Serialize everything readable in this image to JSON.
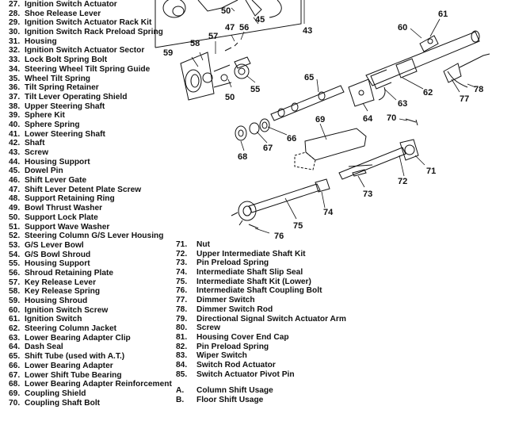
{
  "legend_left": [
    {
      "num": "27.",
      "text": "Ignition Switch Actuator"
    },
    {
      "num": "28.",
      "text": "Shoe Release Lever"
    },
    {
      "num": "29.",
      "text": "Ignition Switch Actuator Rack Kit"
    },
    {
      "num": "30.",
      "text": "Ignition Switch Rack Preload Spring"
    },
    {
      "num": "31.",
      "text": "Housing"
    },
    {
      "num": "32.",
      "text": "Ignition Switch Actuator Sector"
    },
    {
      "num": "33.",
      "text": "Lock Bolt Spring Bolt"
    },
    {
      "num": "34.",
      "text": "Steering Wheel Tilt Spring Guide"
    },
    {
      "num": "35.",
      "text": "Wheel Tilt Spring"
    },
    {
      "num": "36.",
      "text": "Tilt Spring Retainer"
    },
    {
      "num": "37.",
      "text": "Tilt Lever Operating Shield"
    },
    {
      "num": "38.",
      "text": "Upper Steering Shaft"
    },
    {
      "num": "39.",
      "text": "Sphere Kit"
    },
    {
      "num": "40.",
      "text": "Sphere Spring"
    },
    {
      "num": "41.",
      "text": "Lower Steering Shaft"
    },
    {
      "num": "42.",
      "text": "Shaft"
    },
    {
      "num": "43.",
      "text": "Screw"
    },
    {
      "num": "44.",
      "text": "Housing Support"
    },
    {
      "num": "45.",
      "text": "Dowel Pin"
    },
    {
      "num": "46.",
      "text": "Shift Lever Gate"
    },
    {
      "num": "47.",
      "text": "Shift Lever Detent Plate Screw"
    },
    {
      "num": "48.",
      "text": "Support Retaining Ring"
    },
    {
      "num": "49.",
      "text": "Bowl Thrust Washer"
    },
    {
      "num": "50.",
      "text": "Support Lock Plate"
    },
    {
      "num": "51.",
      "text": "Support Wave Washer"
    },
    {
      "num": "52.",
      "text": "Steering Column G/S Lever Housing"
    },
    {
      "num": "53.",
      "text": "G/S Lever Bowl"
    },
    {
      "num": "54.",
      "text": "G/S Bowl Shroud"
    },
    {
      "num": "55.",
      "text": "Housing Support"
    },
    {
      "num": "56.",
      "text": "Shroud Retaining Plate"
    },
    {
      "num": "57.",
      "text": "Key Release Lever"
    },
    {
      "num": "58.",
      "text": "Key Release Spring"
    },
    {
      "num": "59.",
      "text": "Housing Shroud"
    },
    {
      "num": "60.",
      "text": "Ignition Switch Screw"
    },
    {
      "num": "61.",
      "text": "Ignition Switch"
    },
    {
      "num": "62.",
      "text": "Steering Column Jacket"
    },
    {
      "num": "63.",
      "text": "Lower Bearing Adapter Clip"
    },
    {
      "num": "64.",
      "text": "Dash Seal"
    },
    {
      "num": "65.",
      "text": "Shift Tube (used with A.T.)"
    },
    {
      "num": "66.",
      "text": "Lower Bearing Adapter"
    },
    {
      "num": "67.",
      "text": "Lower Shift Tube Bearing"
    },
    {
      "num": "68.",
      "text": "Lower Bearing Adapter Reinforcement"
    },
    {
      "num": "69.",
      "text": "Coupling Shield"
    },
    {
      "num": "70.",
      "text": "Coupling Shaft Bolt"
    }
  ],
  "legend_right": [
    {
      "num": "71.",
      "text": "Nut"
    },
    {
      "num": "72.",
      "text": "Upper Intermediate Shaft Kit"
    },
    {
      "num": "73.",
      "text": "Pin Preload Spring"
    },
    {
      "num": "74.",
      "text": "Intermediate Shaft Slip Seal"
    },
    {
      "num": "75.",
      "text": "Intermediate Shaft Kit (Lower)"
    },
    {
      "num": "76.",
      "text": "Intermediate Shaft Coupling Bolt"
    },
    {
      "num": "77.",
      "text": "Dimmer Switch"
    },
    {
      "num": "78.",
      "text": "Dimmer Switch Rod"
    },
    {
      "num": "79.",
      "text": "Directional Signal Switch Actuator Arm"
    },
    {
      "num": "80.",
      "text": "Screw"
    },
    {
      "num": "81.",
      "text": "Housing Cover End Cap"
    },
    {
      "num": "82.",
      "text": "Pin Preload Spring"
    },
    {
      "num": "83.",
      "text": "Wiper Switch"
    },
    {
      "num": "84.",
      "text": "Switch Rod Actuator"
    },
    {
      "num": "85.",
      "text": "Switch Actuator Pivot Pin"
    }
  ],
  "usage_notes": [
    {
      "num": "A.",
      "text": "Column Shift Usage"
    },
    {
      "num": "B.",
      "text": "Floor Shift Usage"
    }
  ],
  "callouts": {
    "c50a": "50",
    "c45": "45",
    "c43": "43",
    "c56": "56",
    "c47": "47",
    "c57": "57",
    "c58": "58",
    "c59": "59",
    "c50b": "50",
    "c55": "55",
    "c61": "61",
    "c60": "60",
    "c78": "78",
    "c77": "77",
    "c62": "62",
    "c63": "63",
    "c64": "64",
    "c65": "65",
    "c69": "69",
    "c70": "70",
    "c66": "66",
    "c67": "67",
    "c68": "68",
    "c71": "71",
    "c72": "72",
    "c73": "73",
    "c74": "74",
    "c75": "75",
    "c76": "76"
  }
}
